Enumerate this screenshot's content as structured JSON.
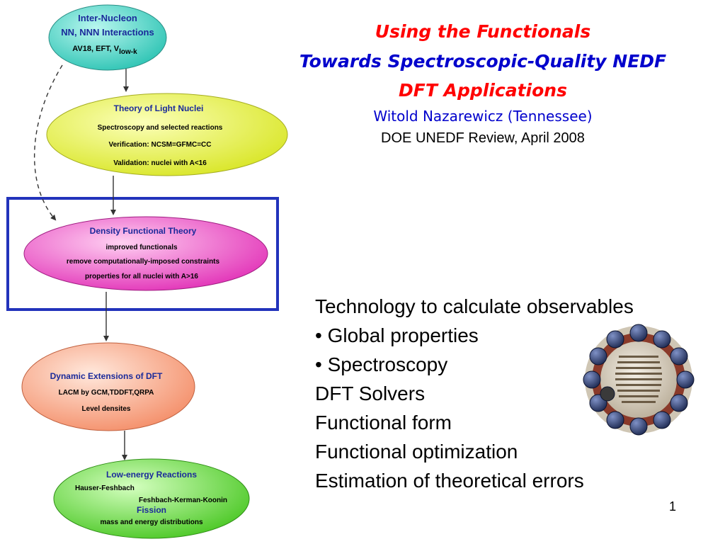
{
  "slide": {
    "title_line1": "Using the Functionals",
    "title_line2": "Towards Spectroscopic-Quality NEDF",
    "title_line3": "DFT Applications",
    "author": "Witold Nazarewicz (Tennessee)",
    "event": "DOE UNEDF Review, April 2008",
    "slide_number": "1"
  },
  "colors": {
    "title_red": "#ff0000",
    "title_blue": "#0000cc",
    "frame_blue": "#2233bb",
    "node_text_blue": "#1a2a9a"
  },
  "nodes": {
    "inter_nucleon": {
      "title": "Inter-Nucleon",
      "subtitle": "NN, NNN Interactions",
      "detail_main": "AV18, EFT, V",
      "detail_sub": "low-k",
      "color": "#3fd1c2"
    },
    "light_nuclei": {
      "title": "Theory of Light Nuclei",
      "lines": [
        "Spectroscopy and selected reactions",
        "Verification: NCSM=GFMC=CC",
        "Validation: nuclei with  A<16"
      ],
      "color": "#e6f04a"
    },
    "dft": {
      "title": "Density Functional Theory",
      "lines": [
        "improved functionals",
        "remove computationally-imposed constraints",
        "properties for all nuclei with A>16"
      ],
      "color": "#ea4cc4"
    },
    "dynamic": {
      "title": "Dynamic Extensions of DFT",
      "lines": [
        "LACM by GCM,TDDFT,QRPA",
        "Level densites"
      ],
      "color": "#f6a585"
    },
    "low_energy": {
      "title": "Low-energy Reactions",
      "line1": "Hauser-Feshbach",
      "line2": "Feshbach-Kerman-Koonin",
      "fission": "Fission",
      "line3": "mass and energy distributions",
      "color": "#5ed63a"
    }
  },
  "bullets": {
    "heading": "Technology to calculate observables",
    "items": [
      "• Global properties",
      "• Spectroscopy"
    ],
    "extra": [
      "DFT Solvers",
      "Functional form",
      "Functional optimization",
      "Estimation of theoretical errors"
    ]
  },
  "badge": {
    "icon": "unedf-collaboration-logo",
    "center_color": "#d8d0c4",
    "ring_color": "#34467a"
  }
}
